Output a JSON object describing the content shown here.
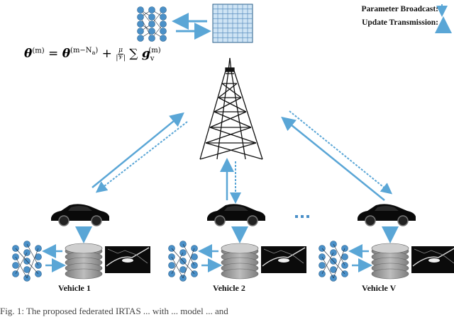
{
  "legend": {
    "broadcast_label": "Parameter Broadcast:",
    "update_label": "Update Transmission:"
  },
  "formula": {
    "lhs": "θ",
    "lhs_sup": "(m)",
    "rhs_theta": "θ",
    "rhs_sup": "(m−N",
    "rhs_sub": "a",
    "frac_num": "μ",
    "frac_den": "|𝒱|",
    "sum": "∑",
    "g": "g",
    "g_sub": "v",
    "g_sup": "(m)"
  },
  "vehicles": [
    {
      "label": "Vehicle 1"
    },
    {
      "label": "Vehicle 2"
    },
    {
      "label": "Vehicle V"
    }
  ],
  "ellipsis": "···",
  "caption": "Fig. 1: The proposed federated IRTAS ... with ... model ... and",
  "colors": {
    "arrow": "#5aa6d6",
    "nn_node": "#4a90c8",
    "car": "#0a0a0a",
    "disk": "#9a9a9a",
    "grid": "#7fb0d6"
  }
}
